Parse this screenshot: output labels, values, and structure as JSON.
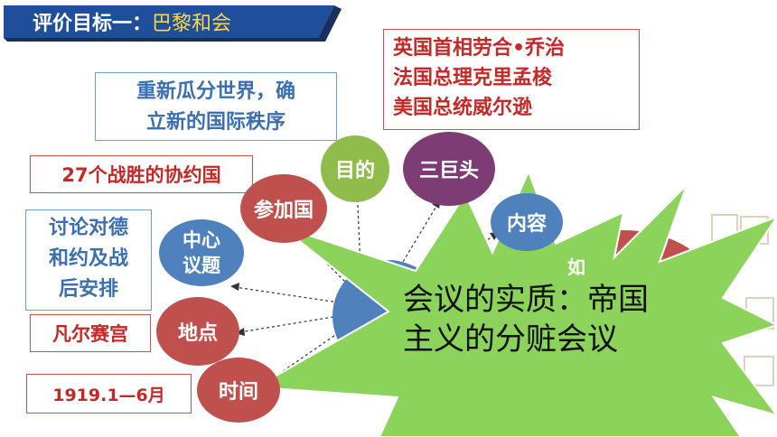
{
  "header": {
    "prefix": "评价目标一：",
    "title": "巴黎和会"
  },
  "colors": {
    "header_bg": "#1f4e9b",
    "red_node": "#c0504d",
    "green_node": "#8fbc4a",
    "purple_node": "#7d3c74",
    "blue_node": "#4f81bd",
    "starburst": "#8cd35c",
    "red_text": "#c62828",
    "blue_text": "#3b6fb0"
  },
  "nodes": {
    "purpose": "目的",
    "big_three": "三巨头",
    "participants": "参加国",
    "content": "内容",
    "central_issue_1": "中心",
    "central_issue_2": "议题",
    "location": "地点",
    "time": "时间"
  },
  "boxes": {
    "purpose_text_1": "重新瓜分世界，确",
    "purpose_text_2": "立新的国际秩序",
    "big_three_1": "英国首相劳合•乔治",
    "big_three_2": "法国总理克里孟梭",
    "big_three_3": "美国总统威尔逊",
    "participants_text": "27个战胜的协约国",
    "issue_text_1": "讨论对德",
    "issue_text_2": "和约及战",
    "issue_text_3": "后安排",
    "location_text": "凡尔赛宫",
    "time_text": "1919.1—6月"
  },
  "starburst": {
    "line1": "会议的实质：帝国",
    "line2": "主义的分赃会议"
  },
  "partial_text": {
    "right_fragment": "如"
  },
  "icons": [
    "seal-icon"
  ]
}
